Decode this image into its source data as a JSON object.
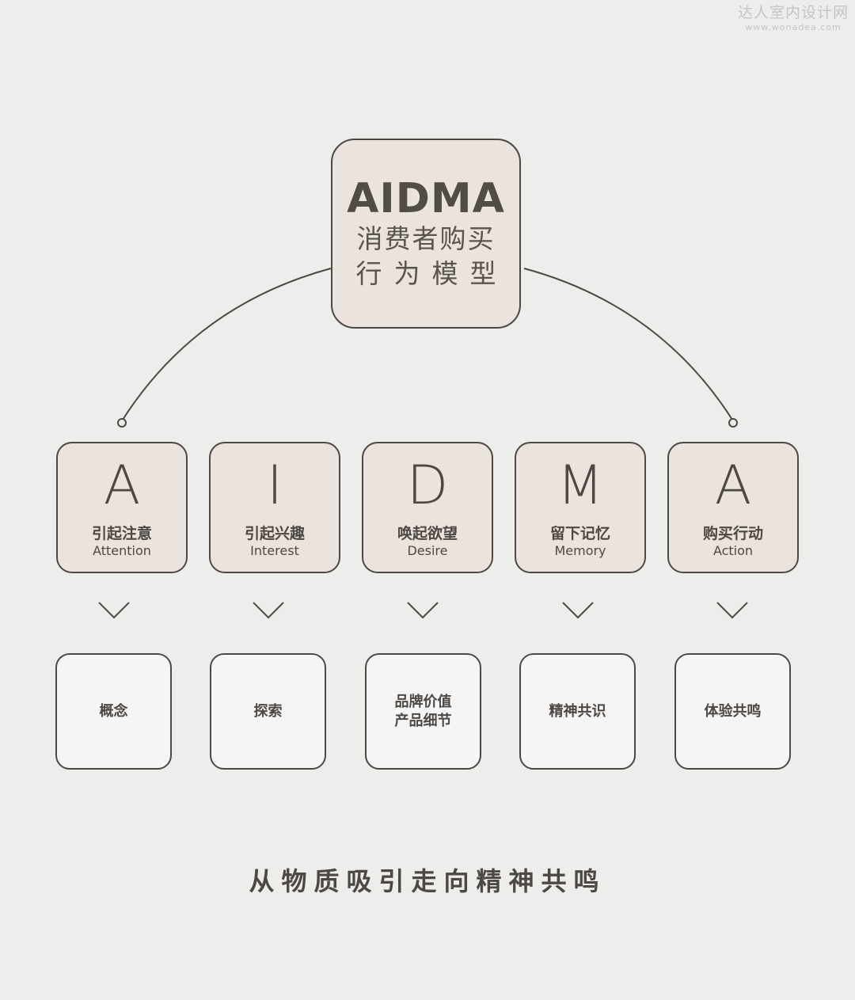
{
  "watermark": {
    "name": "达人室内设计网",
    "url": "www.wonadea.com"
  },
  "model": {
    "title": "AIDMA",
    "line1": "消费者购买",
    "line2": "行为模型"
  },
  "stages": [
    {
      "letter": "A",
      "cn": "引起注意",
      "en": "Attention"
    },
    {
      "letter": "I",
      "cn": "引起兴趣",
      "en": "Interest"
    },
    {
      "letter": "D",
      "cn": "唤起欲望",
      "en": "Desire"
    },
    {
      "letter": "M",
      "cn": "留下记忆",
      "en": "Memory"
    },
    {
      "letter": "A",
      "cn": "购买行动",
      "en": "Action"
    }
  ],
  "results": [
    {
      "text": "概念"
    },
    {
      "text": "探索"
    },
    {
      "text": "品牌价值\n产品细节"
    },
    {
      "text": "精神共识"
    },
    {
      "text": "体验共鸣"
    }
  ],
  "tagline": "从物质吸引走向精神共鸣",
  "colors": {
    "background": "#ededec",
    "stage_fill": "#ebe3dd",
    "result_fill": "#f5f5f5",
    "stroke": "#4e4844"
  }
}
